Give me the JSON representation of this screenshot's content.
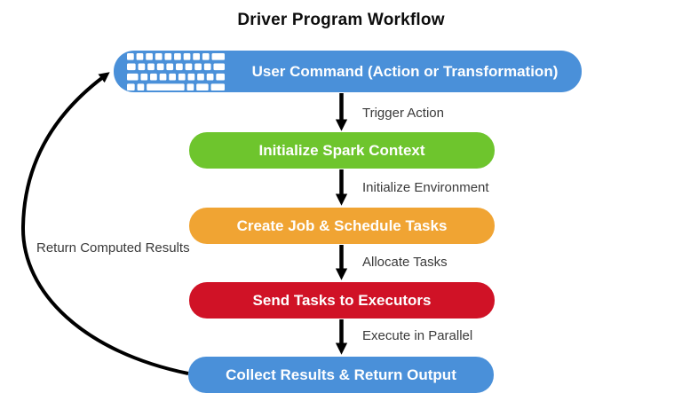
{
  "title": "Driver Program Workflow",
  "nodes": [
    {
      "id": "user-command",
      "label": "User Command (Action or Transformation)",
      "color": "#4A90D9",
      "icon": "keyboard-icon"
    },
    {
      "id": "initialize-spark-context",
      "label": "Initialize Spark Context",
      "color": "#6EC52D"
    },
    {
      "id": "create-job-schedule-tasks",
      "label": "Create Job & Schedule Tasks",
      "color": "#F0A433"
    },
    {
      "id": "send-tasks-to-executors",
      "label": "Send Tasks to Executors",
      "color": "#D01226"
    },
    {
      "id": "collect-results-return-output",
      "label": "Collect Results & Return Output",
      "color": "#4A90D9"
    }
  ],
  "edge_labels": [
    {
      "label": "Trigger Action"
    },
    {
      "label": "Initialize Environment"
    },
    {
      "label": "Allocate Tasks"
    },
    {
      "label": "Execute in Parallel"
    }
  ],
  "return_edge": {
    "label": "Return Computed Results"
  },
  "colors": {
    "background": "#FFFFFF",
    "arrow": "#000000",
    "edge_label_text": "#3A3A3A",
    "node_text": "#FFFFFF",
    "title_text": "#0D0D0D"
  }
}
